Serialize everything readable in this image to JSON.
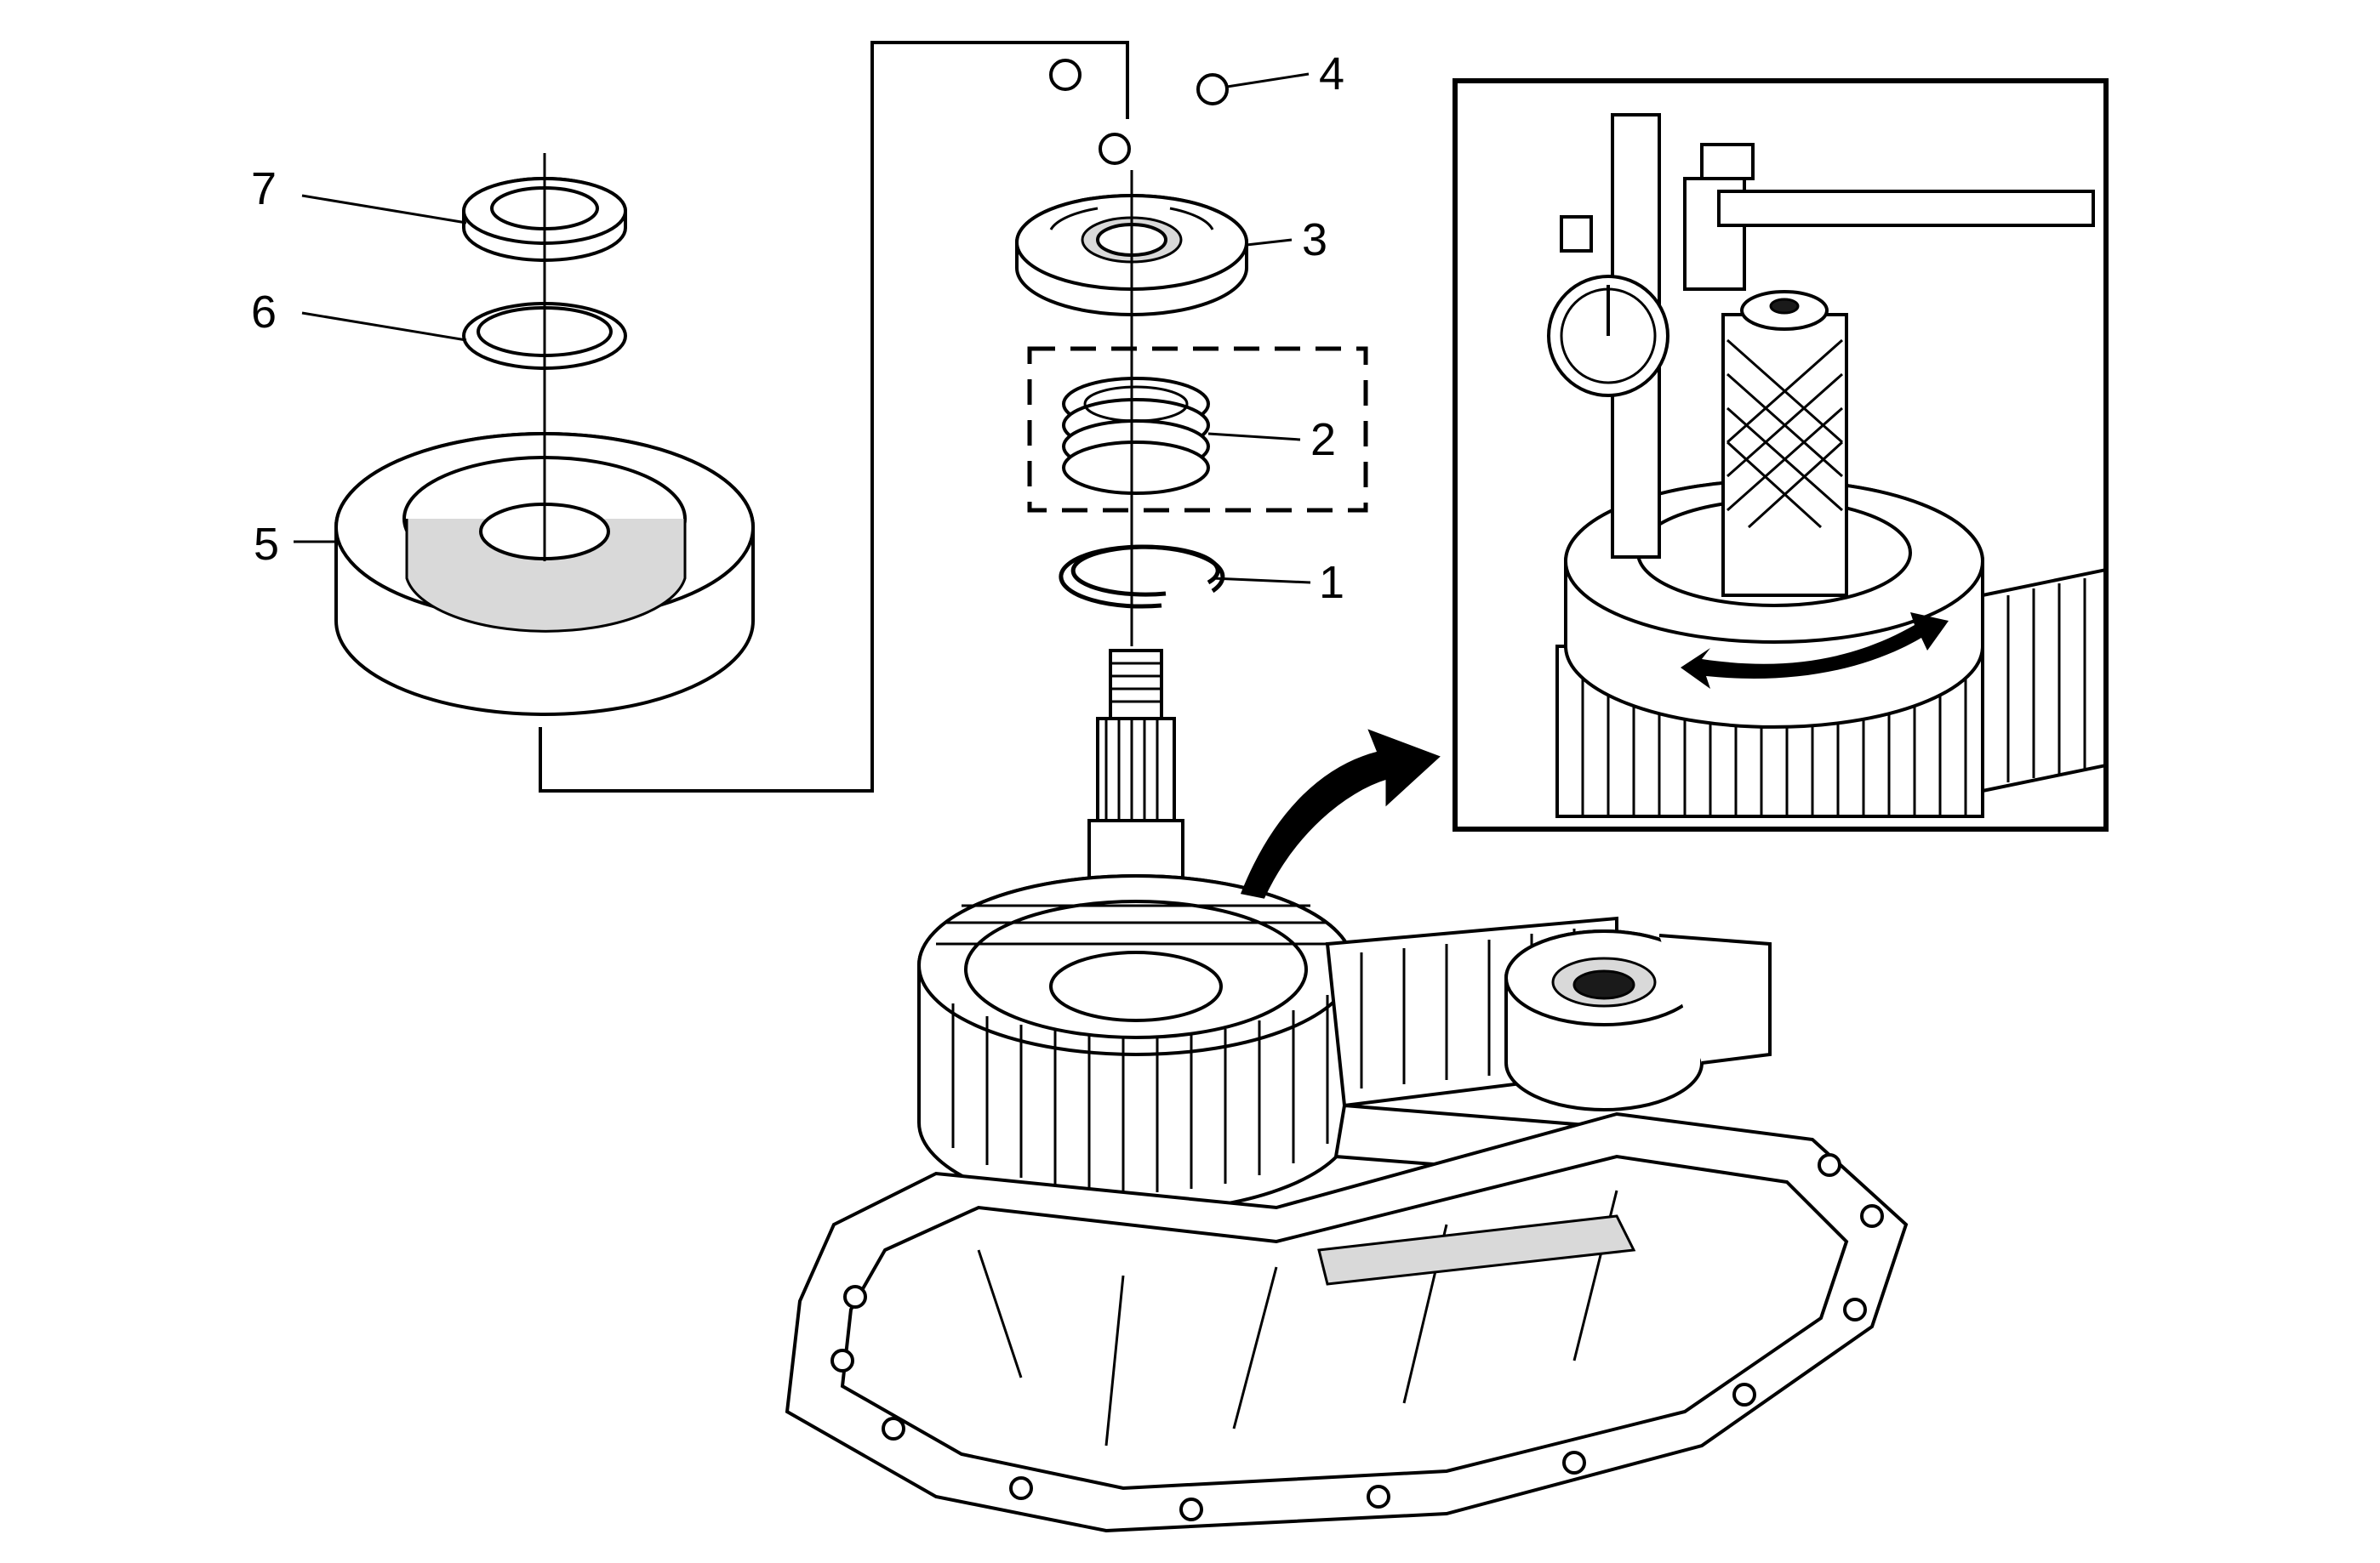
{
  "callouts": [
    {
      "id": "1",
      "label": "1"
    },
    {
      "id": "2",
      "label": "2"
    },
    {
      "id": "3",
      "label": "3"
    },
    {
      "id": "4",
      "label": "4"
    },
    {
      "id": "5",
      "label": "5"
    },
    {
      "id": "6",
      "label": "6"
    },
    {
      "id": "7",
      "label": "7"
    }
  ],
  "colors": {
    "line": "#000000",
    "background": "#ffffff",
    "shade": "#d9d9d9"
  }
}
